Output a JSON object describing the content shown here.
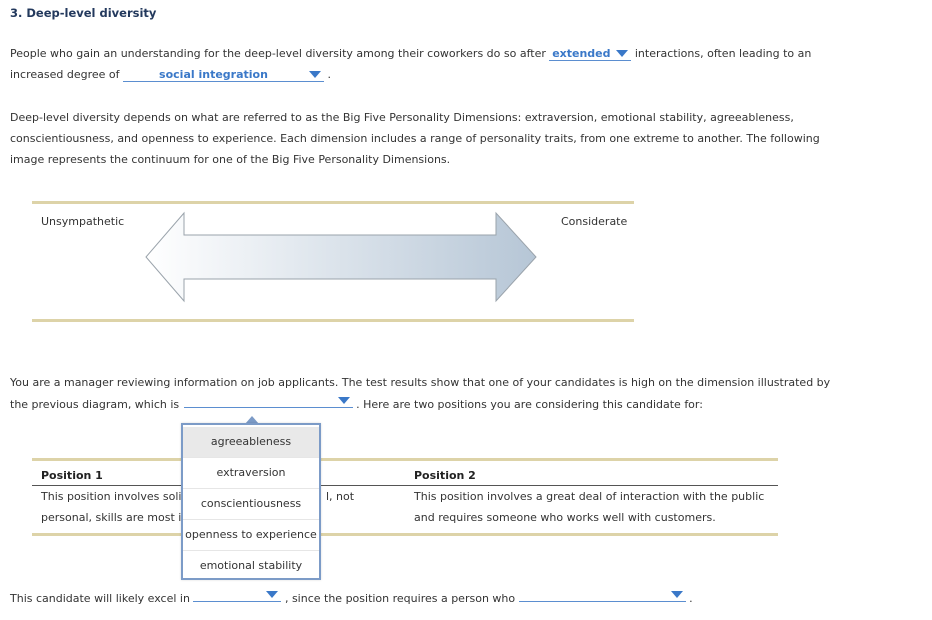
{
  "question": {
    "title": "3. Deep-level diversity"
  },
  "paragraph1": {
    "before_select1": "People who gain an understanding for the deep-level diversity among their coworkers do so after",
    "select1_value": "extended",
    "after_select1": "interactions, often leading to an",
    "line2_before": "increased degree of",
    "select2_value": "social integration",
    "line2_after": "."
  },
  "paragraph2": {
    "lines": [
      "Deep-level diversity depends on what are referred to as the Big Five Personality Dimensions: extraversion, emotional stability, agreeableness,",
      "conscientiousness, and openness to experience. Each dimension includes a range of personality traits, from one extreme to another. The following",
      "image represents the continuum for one of the Big Five Personality Dimensions."
    ]
  },
  "continuum": {
    "left_label": "Unsympathetic",
    "right_label": "Considerate"
  },
  "paragraph3": {
    "line1": "You are a manager reviewing information on job applicants. The test results show that one of your candidates is high on the dimension illustrated by",
    "line2_before": "the previous diagram, which is",
    "select3_value": "",
    "line2_after": ". Here are two positions you are considering this candidate for:"
  },
  "dropdown_options": [
    "agreeableness",
    "extraversion",
    "conscientiousness",
    "openness to experience",
    "emotional stability"
  ],
  "positions": {
    "position1": {
      "heading": "Position 1",
      "line1_start": "This position involves soli",
      "line1_end": "l, not",
      "line2": "personal, skills are most i"
    },
    "position2": {
      "heading": "Position 2",
      "line1": "This position involves a great deal of interaction with the public",
      "line2": "and requires someone who works well with customers."
    }
  },
  "final_sentence": {
    "before_select4": "This candidate will likely excel in",
    "select4_value": "",
    "middle": ", since the position requires a person who",
    "select5_value": "",
    "end": "."
  },
  "colors": {
    "title": "#23395d",
    "link_blue": "#3a78c8",
    "rule_tan": "#ddd3a8",
    "dropdown_border": "#7c9bc7"
  }
}
